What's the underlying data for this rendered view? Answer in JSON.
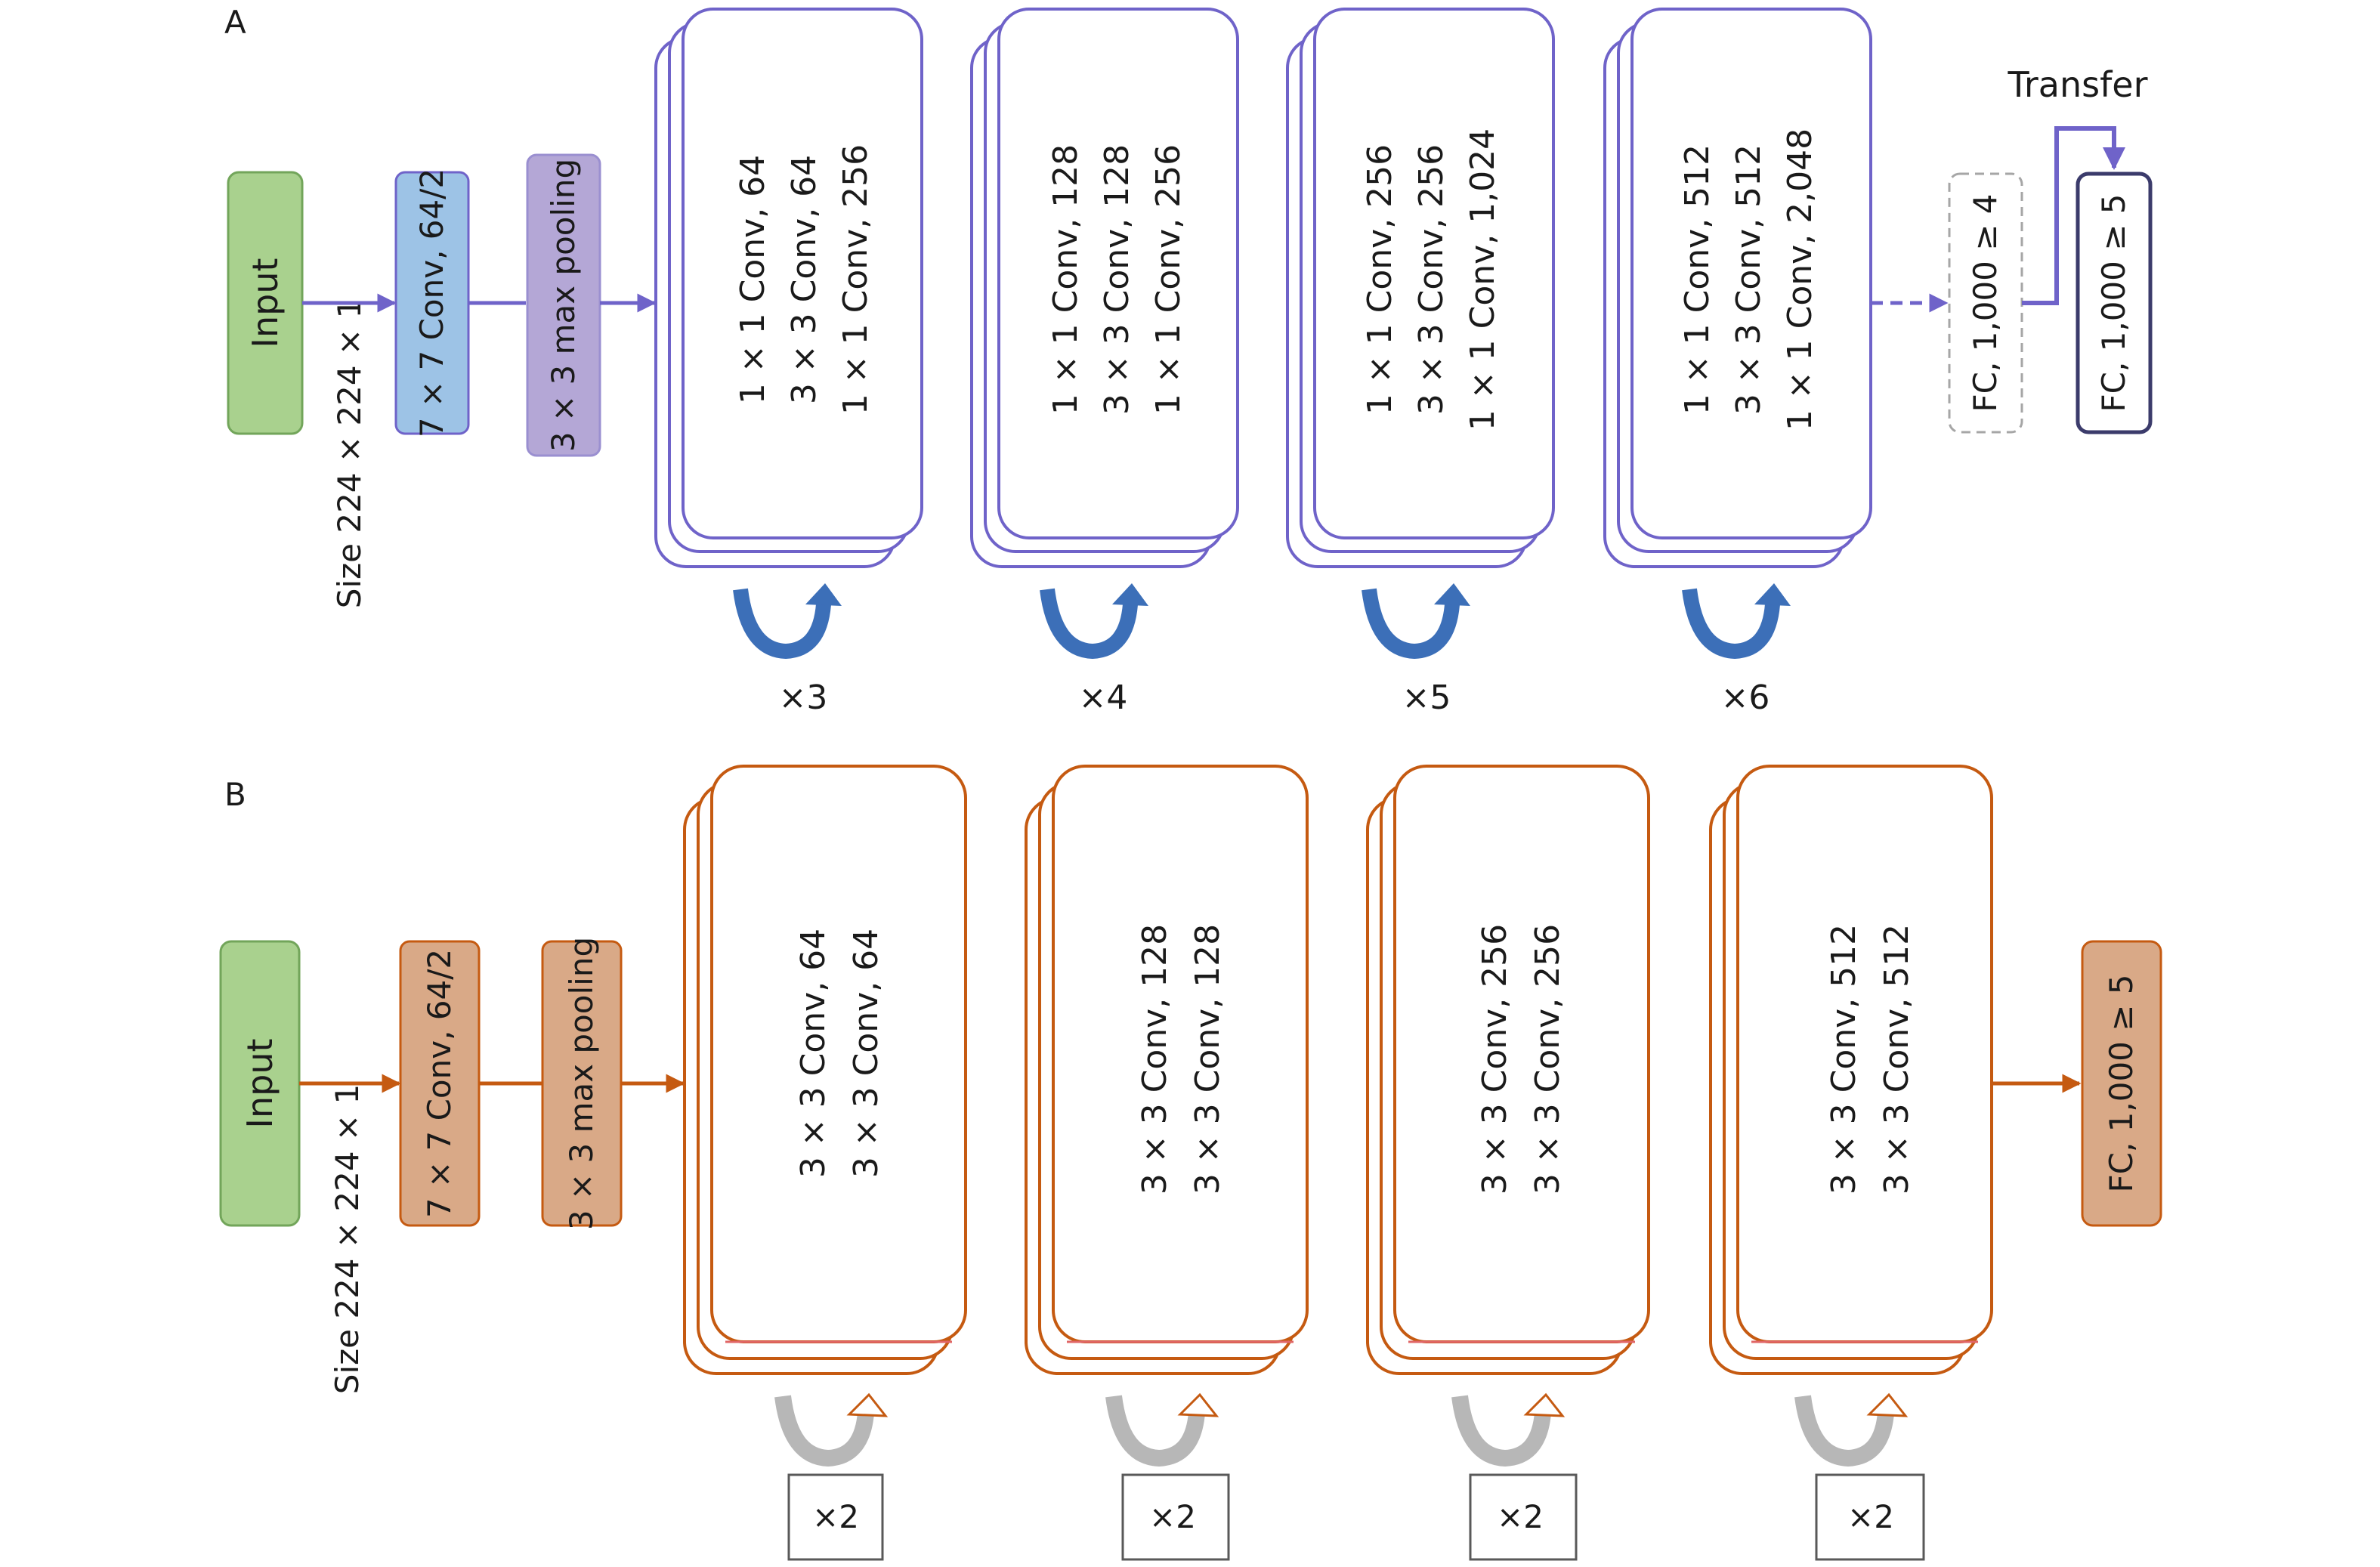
{
  "colors": {
    "blue_stroke": "#6f63c9",
    "blue_arrow": "#3c6fb8",
    "input_fill": "#a9d18e",
    "input_stroke": "#72a55a",
    "conv7_fill_A": "#9dc3e6",
    "conv7_stroke_A": "#6f63c9",
    "pool_fill_A": "#b4a7d6",
    "orange_stroke": "#c55a11",
    "orange_fill": "#d9a987",
    "pink_line": "#e06666",
    "gray_arrow": "#b7b7b7",
    "dashed_stroke": "#a6a6a6"
  },
  "panel_a": {
    "label": "A",
    "input": "Input",
    "size": "Size 224 × 224 × 1",
    "conv7": "7 × 7 Conv, 64/2",
    "pool": "3 × 3 max pooling",
    "blocks": [
      {
        "lines": [
          "1 × 1 Conv, 64",
          "3 × 3 Conv, 64",
          "1 × 1 Conv, 256"
        ],
        "repeat": "×3"
      },
      {
        "lines": [
          "1 × 1 Conv, 128",
          "3 × 3 Conv, 128",
          "1 × 1 Conv, 256"
        ],
        "repeat": "×4"
      },
      {
        "lines": [
          "1 × 1 Conv, 256",
          "3 × 3 Conv, 256",
          "1 × 1 Conv, 1,024"
        ],
        "repeat": "×5"
      },
      {
        "lines": [
          "1 × 1 Conv, 512",
          "3 × 3 Conv, 512",
          "1 × 1 Conv, 2,048"
        ],
        "repeat": "×6"
      }
    ],
    "fc_old": "FC, 1,000 ≥ 4",
    "fc_new": "FC, 1,000 ≥ 5",
    "transfer": "Transfer"
  },
  "panel_b": {
    "label": "B",
    "input": "Input",
    "size": "Size 224 × 224 × 1",
    "conv7": "7 × 7 Conv, 64/2",
    "pool": "3 × 3 max pooling",
    "blocks": [
      {
        "lines": [
          "3 × 3 Conv, 64",
          "3 × 3 Conv, 64"
        ],
        "repeat": "×2"
      },
      {
        "lines": [
          "3 × 3 Conv, 128",
          "3 × 3 Conv, 128"
        ],
        "repeat": "×2"
      },
      {
        "lines": [
          "3 × 3 Conv, 256",
          "3 × 3 Conv, 256"
        ],
        "repeat": "×2"
      },
      {
        "lines": [
          "3 × 3 Conv, 512",
          "3 × 3 Conv, 512"
        ],
        "repeat": "×2"
      }
    ],
    "fc": "FC, 1,000 ≥ 5"
  }
}
